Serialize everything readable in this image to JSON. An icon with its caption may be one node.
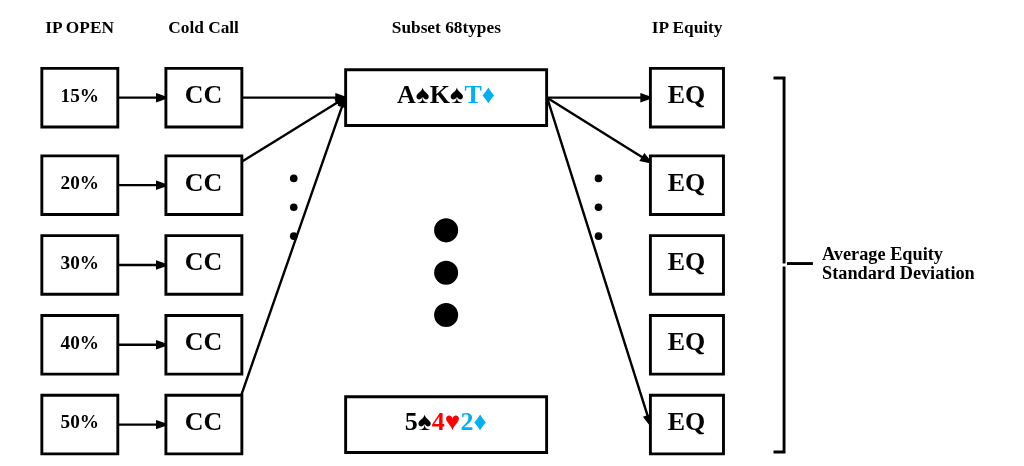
{
  "diagram": {
    "nodes": [
      {
        "text": [
          "15%"
        ]
      },
      {
        "text": [
          "20%"
        ]
      },
      {
        "text": [
          "30%"
        ]
      },
      {
        "text": [
          "40%"
        ]
      },
      {
        "text": [
          "50%"
        ]
      },
      {
        "text": [
          "CC"
        ]
      },
      {
        "text": [
          "CC"
        ]
      },
      {
        "text": [
          "CC"
        ]
      },
      {
        "text": [
          "CC"
        ]
      },
      {
        "text": [
          "CC"
        ]
      },
      {
        "text": [
          "A♠K♠T♦"
        ]
      },
      {
        "text": [],
        "shape": "circle"
      },
      {
        "text": [],
        "shape": "circle"
      },
      {
        "text": [],
        "shape": "circle"
      },
      {
        "text": [
          "5♠4♥2♦"
        ]
      },
      {
        "text": [
          "EQ"
        ]
      },
      {
        "text": [
          "EQ"
        ]
      },
      {
        "text": [
          "EQ"
        ]
      },
      {
        "text": [
          "EQ"
        ]
      },
      {
        "text": [
          "EQ"
        ]
      }
    ],
    "edges": [
      {
        "from": 0,
        "to": 5,
        "arrow": "to"
      },
      {
        "from": 1,
        "to": 6,
        "arrow": "to"
      },
      {
        "from": 2,
        "to": 7,
        "arrow": "to"
      },
      {
        "from": 3,
        "to": 8,
        "arrow": "to"
      },
      {
        "from": 4,
        "to": 9,
        "arrow": "to"
      },
      {
        "from": 5,
        "to": 10,
        "arrow": "to"
      },
      {
        "from": 6,
        "to": 10,
        "arrow": "to"
      },
      {
        "from": 9,
        "to": 10,
        "arrow": "to"
      },
      {
        "from": 10,
        "to": 15,
        "arrow": "to"
      },
      {
        "from": 10,
        "to": 16,
        "arrow": "to"
      },
      {
        "from": 10,
        "to": 19,
        "arrow": "to"
      }
    ],
    "labels": [
      "IP OPEN",
      "Cold Call",
      "Subset 68types",
      "IP Equity",
      "Average Equity Standard Deviation"
    ]
  }
}
